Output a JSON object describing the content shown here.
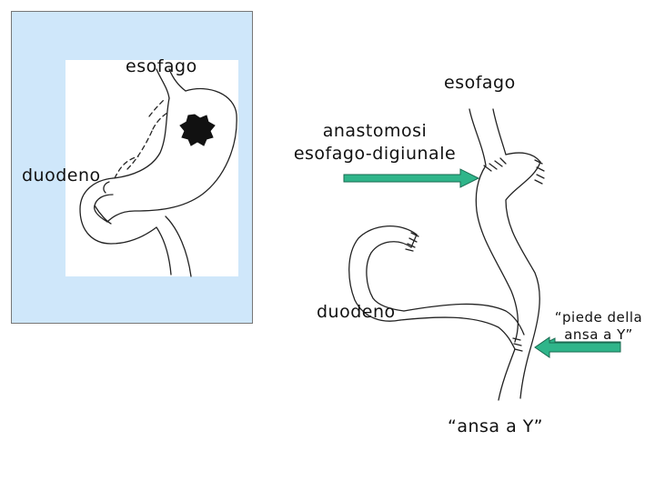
{
  "left_panel": {
    "label_esophagus": "esofago",
    "label_duodenum": "duodeno",
    "panel_bg": "#cfe7fa",
    "inner_bg": "#ffffff"
  },
  "right_panel": {
    "label_esophagus": "esofago",
    "label_anastomosis_line1": "anastomosi",
    "label_anastomosis_line2": "esofago-digiunale",
    "label_duodenum": "duodeno",
    "label_foot_line1": "“piede della",
    "label_foot_line2": "ansa a Y”",
    "label_y_loop": "“ansa a Y”",
    "arrow_color": "#2fb58a"
  }
}
